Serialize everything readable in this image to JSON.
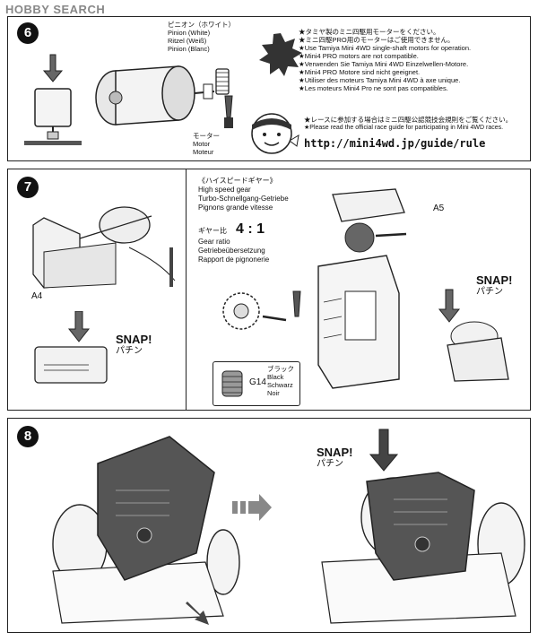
{
  "watermark": "HOBBY SEARCH",
  "step6": {
    "number": "6",
    "pinion_labels": [
      "ピニオン（ホワイト）",
      "Pinion (White)",
      "Ritzel (Weiß)",
      "Pinion (Blanc)"
    ],
    "motor_labels": [
      "モーター",
      "Motor",
      "Moteur"
    ],
    "notes": [
      "★タミヤ製のミニ四駆用モーターをください。",
      "★ミニ四駆PRO用のモーターはご使用できません。",
      "★Use Tamiya Mini 4WD single-shaft motors for operation.",
      "★Mini4 PRO motors are not compatible.",
      "★Verwenden Sie Tamiya Mini 4WD Einzelwellen-Motore.",
      "★Mini4 PRO Motore sind nicht geeignet.",
      "★Utiliser des moteurs Tamiya Mini 4WD à axe unique.",
      "★Les moteurs Mini4 Pro ne sont pas compatibles."
    ],
    "race_notes": [
      "★レースに参加する場合はミニ四駆公認競技会規則をご覧ください。",
      "★Please read the official race guide for participating in Mini 4WD races."
    ],
    "url": "http://mini4wd.jp/guide/rule"
  },
  "step7": {
    "number": "7",
    "gear_labels": [
      "《ハイスピードギヤー》",
      "High speed gear",
      "Turbo-Schnellgang-Getriebe",
      "Pignons grande vitesse"
    ],
    "ratio_jp": "ギヤー比",
    "ratio": "4 : 1",
    "ratio_labels": [
      "Gear ratio",
      "Getriebeübersetzung",
      "Rapport de pignonerie"
    ],
    "part_a4": "A4",
    "part_a5": "A5",
    "part_g14": "G14",
    "g14_colors": [
      "ブラック",
      "Black",
      "Schwarz",
      "Noir"
    ],
    "snap": "SNAP!",
    "snap_jp": "パチン"
  },
  "step8": {
    "number": "8",
    "snap": "SNAP!",
    "snap_jp": "パチン"
  }
}
